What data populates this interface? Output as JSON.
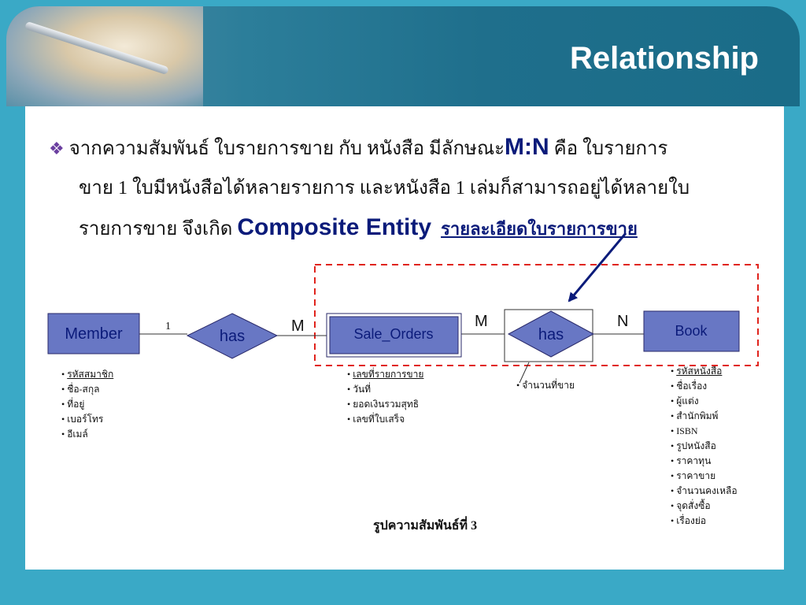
{
  "slide": {
    "title": "Relationship",
    "para": {
      "line1a": "จากความสัมพันธ์ ใบรายการขาย กับ หนังสือ มีลักษณะ",
      "mn": "M:N",
      "line1b": " คือ ใบรายการ",
      "line2": "ขาย 1 ใบมีหนังสือได้หลายรายการ และหนังสือ 1 เล่มก็สามารถอยู่ได้หลายใบ",
      "line3a": "รายการขาย จึงเกิด ",
      "composite": "Composite Entity",
      "line3b": "รายละเอียดใบรายการขาย"
    },
    "caption": "รูปความสัมพันธ์ที่ 3"
  },
  "diagram": {
    "entities": {
      "member": "Member",
      "sale_orders": "Sale_Orders",
      "book": "Book"
    },
    "relationships": {
      "has1": "has",
      "has2": "has"
    },
    "cardinality": {
      "one": "1",
      "m1": "M",
      "m2": "M",
      "n": "N"
    },
    "attributes": {
      "member": [
        "รหัสสมาชิก",
        "ชื่อ-สกุล",
        "ที่อยู่",
        "เบอร์โทร",
        "อีเมล์"
      ],
      "sale_orders": [
        "เลขที่รายการขาย",
        "วันที่",
        "ยอดเงินรวมสุทธิ",
        "เลขที่ใบเสร็จ"
      ],
      "has2": [
        "จำนวนที่ขาย"
      ],
      "book": [
        "รหัสหนังสือ",
        "ชื่อเรื่อง",
        "ผู้แต่ง",
        "สำนักพิมพ์",
        "ISBN",
        "รูปหนังสือ",
        "ราคาทุน",
        "ราคาขาย",
        "จำนวนคงเหลือ",
        "จุดสั่งซื้อ",
        "เรื่องย่อ"
      ]
    }
  },
  "colors": {
    "entity_fill": "#6877c4",
    "entity_text_dark": "#0b1b7a",
    "frame_teal": "#3aa9c6",
    "dashed_red": "#e0231c"
  }
}
